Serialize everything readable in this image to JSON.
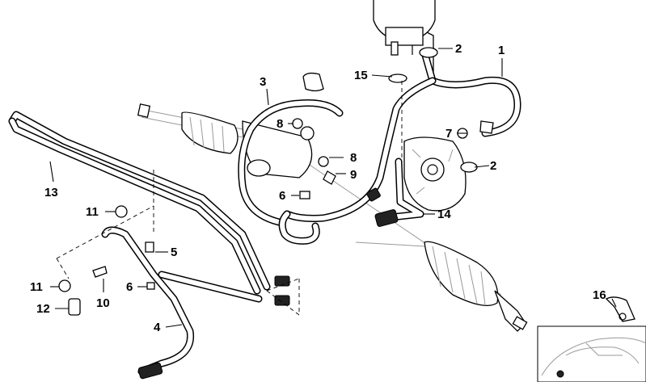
{
  "callouts": [
    {
      "id": "c1",
      "label": "1"
    },
    {
      "id": "c2a",
      "label": "2"
    },
    {
      "id": "c2b",
      "label": "2"
    },
    {
      "id": "c3",
      "label": "3"
    },
    {
      "id": "c4",
      "label": "4"
    },
    {
      "id": "c5",
      "label": "5"
    },
    {
      "id": "c6a",
      "label": "6"
    },
    {
      "id": "c6b",
      "label": "6"
    },
    {
      "id": "c7",
      "label": "7"
    },
    {
      "id": "c8a",
      "label": "8"
    },
    {
      "id": "c8b",
      "label": "8"
    },
    {
      "id": "c9",
      "label": "9"
    },
    {
      "id": "c10",
      "label": "10"
    },
    {
      "id": "c11a",
      "label": "11"
    },
    {
      "id": "c11b",
      "label": "11"
    },
    {
      "id": "c12",
      "label": "12"
    },
    {
      "id": "c13",
      "label": "13"
    },
    {
      "id": "c14",
      "label": "14"
    },
    {
      "id": "c15",
      "label": "15"
    },
    {
      "id": "c16",
      "label": "16"
    }
  ],
  "colors": {
    "line": "#000000",
    "background": "#ffffff",
    "shade": "#999999"
  }
}
